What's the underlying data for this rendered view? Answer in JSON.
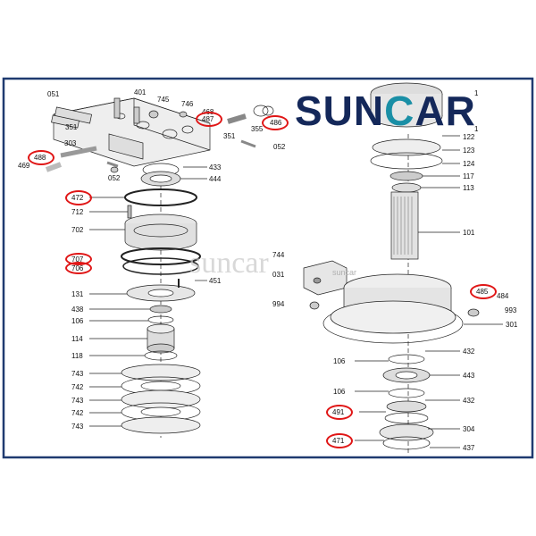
{
  "logo": {
    "part1": "SUN",
    "part2": "C",
    "part3": "AR",
    "color_navy": "#14285a",
    "color_teal": "#1a8fa6"
  },
  "watermark": {
    "text": "suncar",
    "small": "suncar"
  },
  "highlight_color": "#e01616",
  "frame_color": "#1f3a70",
  "labels": {
    "l051": "051",
    "l401": "401",
    "l745": "745",
    "l746": "746",
    "l468": "468",
    "l487": "487",
    "l486": "486",
    "l355": "355",
    "l351a": "351",
    "l351b": "351",
    "l303": "303",
    "l052a": "052",
    "l052b": "052",
    "l488": "488",
    "l469": "469",
    "l433": "433",
    "l444": "444",
    "l472": "472",
    "l712": "712",
    "l702": "702",
    "l707": "707",
    "l706": "706",
    "l451": "451",
    "l131": "131",
    "l438": "438",
    "l106a": "106",
    "l114": "114",
    "l118": "118",
    "l743a": "743",
    "l742a": "742",
    "l743b": "743",
    "l742b": "742",
    "l743c": "743",
    "l1a": "1",
    "l1b": "1",
    "l122": "122",
    "l123": "123",
    "l124": "124",
    "l117": "117",
    "l113": "113",
    "l101": "101",
    "l744": "744",
    "l031": "031",
    "l994": "994",
    "l485": "485",
    "l484": "484",
    "l993": "993",
    "l301": "301",
    "l432a": "432",
    "l106b": "106",
    "l443": "443",
    "l106c": "106",
    "l432b": "432",
    "l491": "491",
    "l304": "304",
    "l471": "471",
    "l437": "437"
  }
}
